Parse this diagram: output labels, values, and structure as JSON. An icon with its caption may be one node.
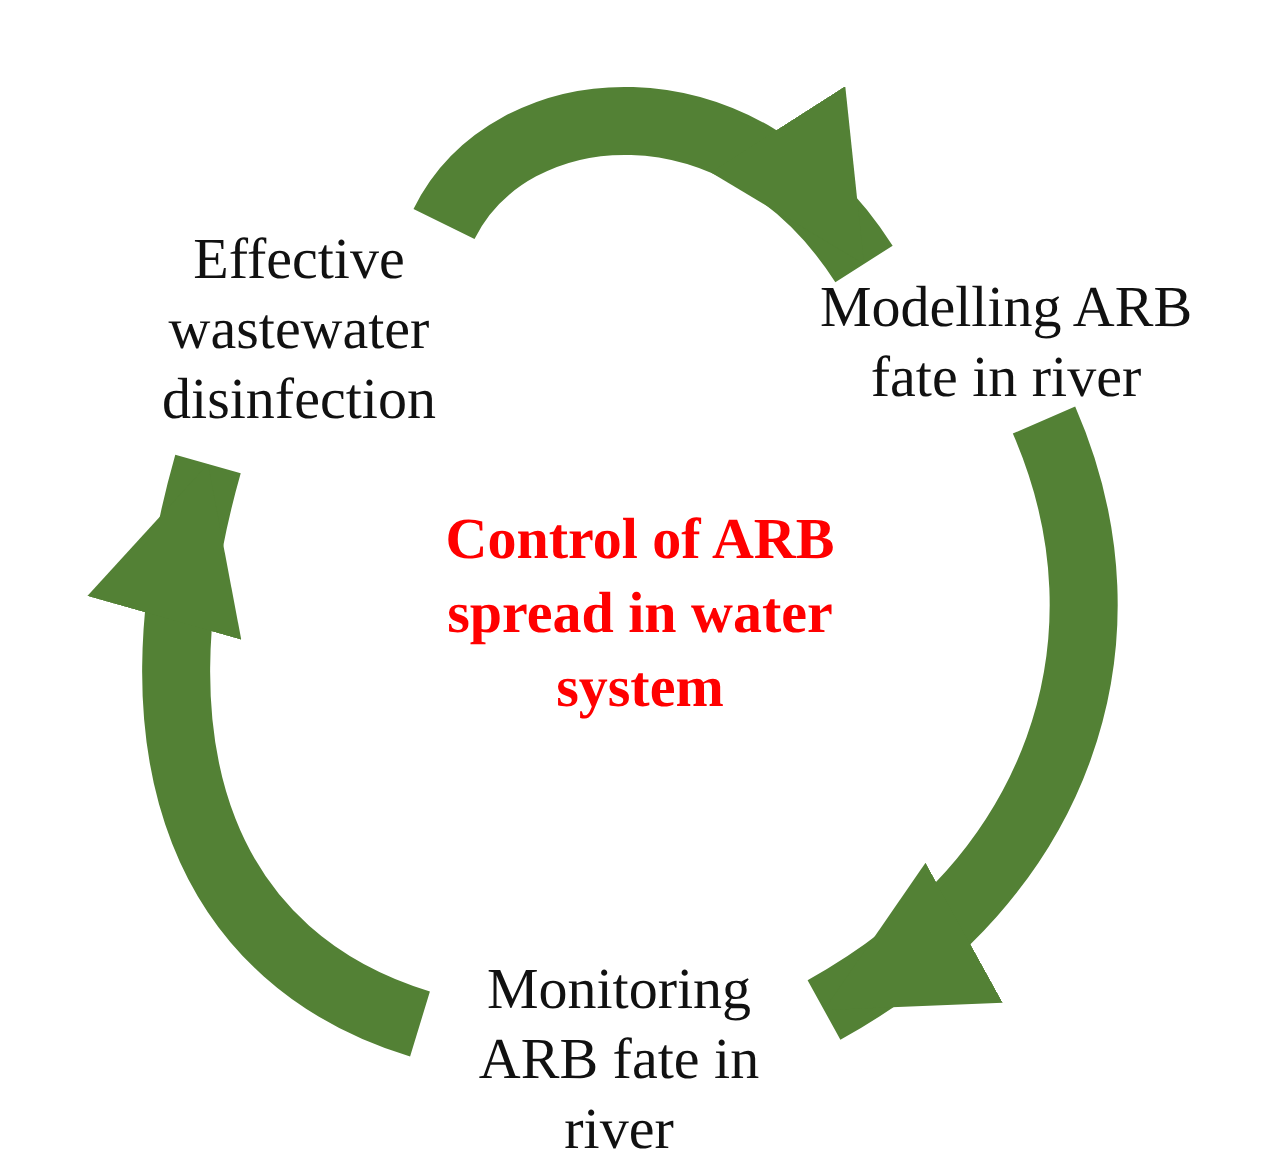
{
  "diagram": {
    "nodes": [
      {
        "text": [
          "Effective wastewater disinfection"
        ]
      },
      {
        "text": [
          "Modelling ARB fate in river"
        ]
      },
      {
        "text": [
          "Monitoring ARB fate in river"
        ]
      }
    ],
    "edges": [
      {
        "from": 0,
        "to": 1,
        "arrow": "to"
      },
      {
        "from": 1,
        "to": 2,
        "arrow": "to"
      },
      {
        "from": 2,
        "to": 0,
        "arrow": "to"
      }
    ],
    "labels": [
      "Control of ARB spread in water system"
    ]
  }
}
